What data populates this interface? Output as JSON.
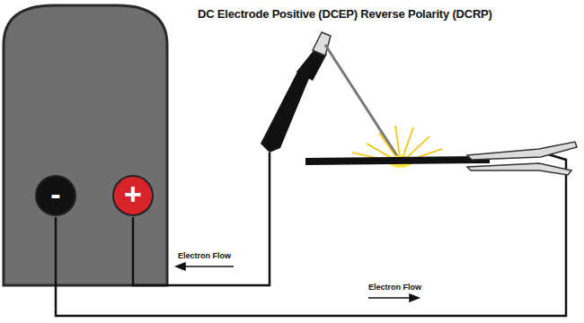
{
  "diagram": {
    "title": "DC Electrode Positive (DCEP) Reverse Polarity (DCRP)",
    "nodes": [
      {
        "text": [
          "-"
        ]
      },
      {
        "text": [
          "+"
        ]
      }
    ],
    "labels": [
      "Electron Flow",
      "Electron Flow"
    ]
  }
}
